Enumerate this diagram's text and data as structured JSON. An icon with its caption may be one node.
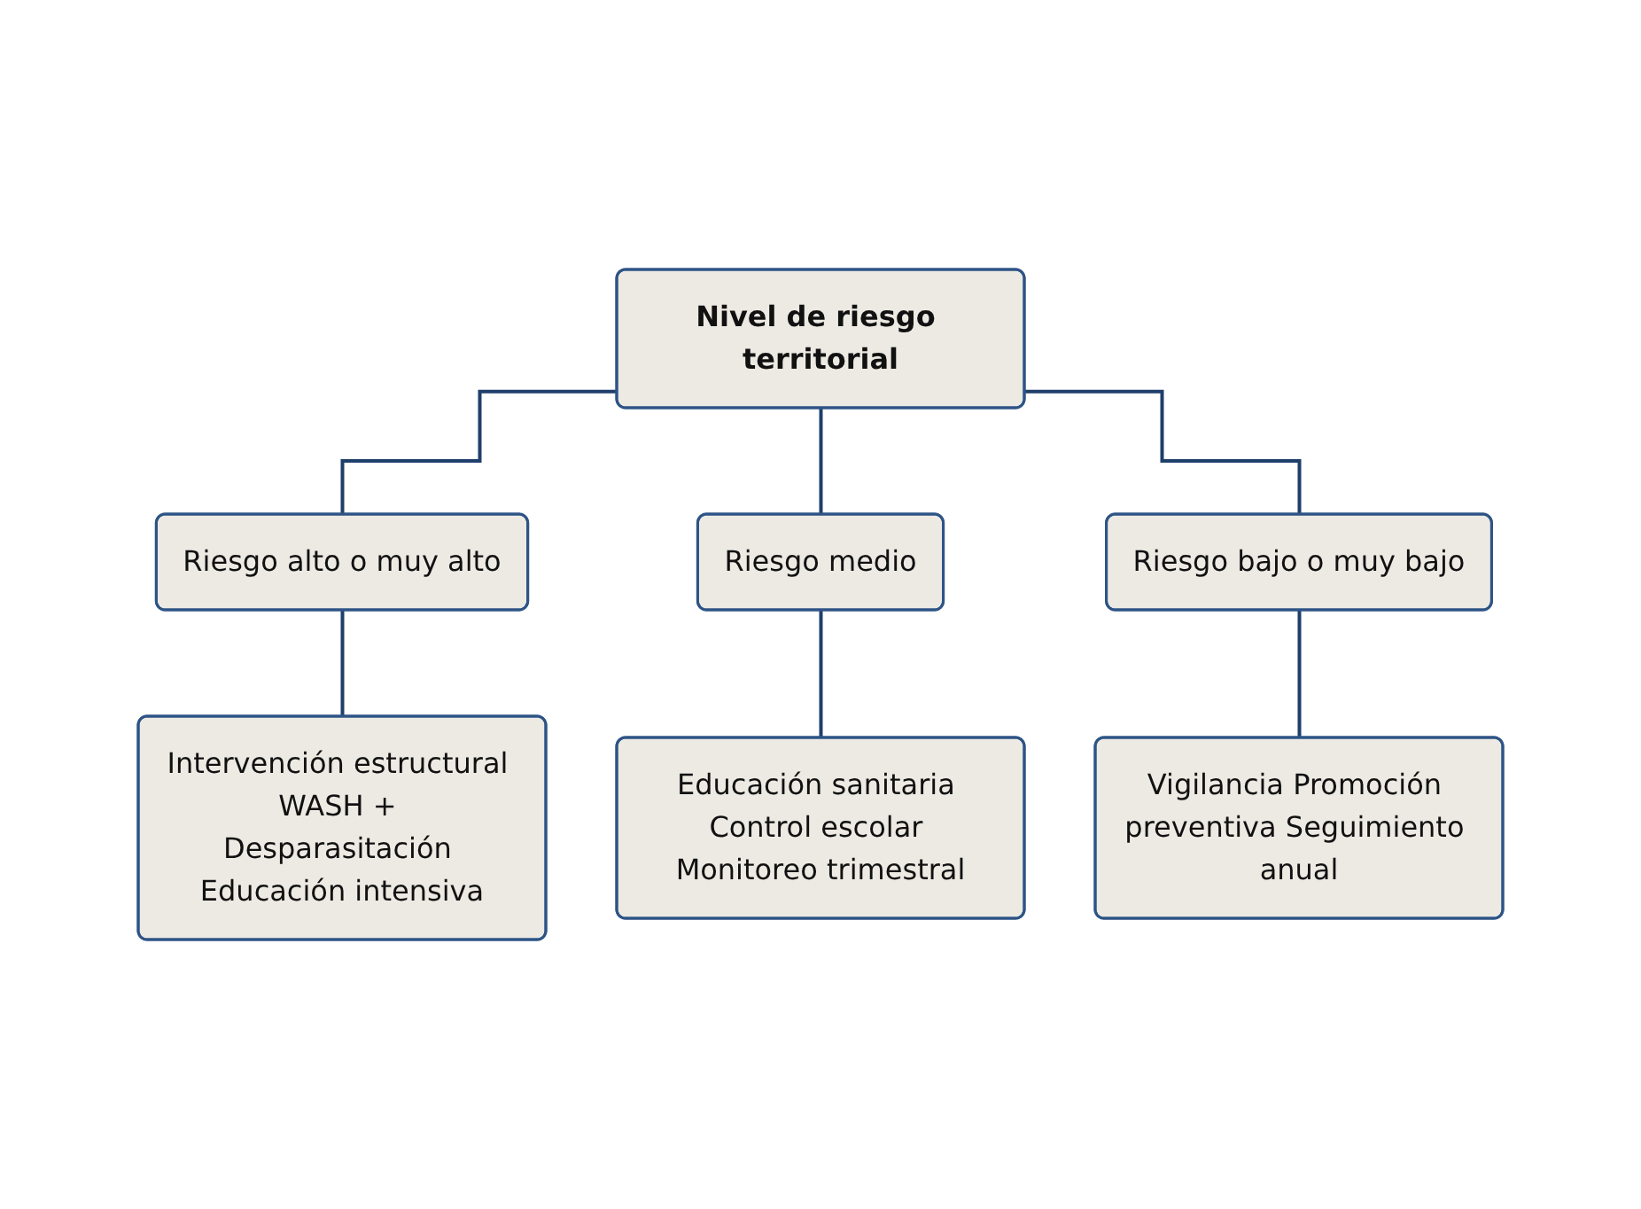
{
  "diagram": {
    "nodes": [
      {
        "text": [
          "Nivel de riesgo territorial"
        ]
      },
      {
        "text": [
          "Riesgo alto o muy alto"
        ]
      },
      {
        "text": [
          "Riesgo medio"
        ]
      },
      {
        "text": [
          "Riesgo bajo o muy bajo"
        ]
      },
      {
        "text": [
          "Intervención estructural WASH + Desparasitación Educación intensiva"
        ]
      },
      {
        "text": [
          "Educación sanitaria Control escolar Monitoreo trimestral"
        ]
      },
      {
        "text": [
          "Vigilancia Promoción preventiva Seguimiento anual"
        ]
      }
    ],
    "edges": [
      {
        "from": 0,
        "to": 1,
        "arrow": "none"
      },
      {
        "from": 0,
        "to": 2,
        "arrow": "none"
      },
      {
        "from": 0,
        "to": 3,
        "arrow": "none"
      },
      {
        "from": 1,
        "to": 4,
        "arrow": "none"
      },
      {
        "from": 2,
        "to": 5,
        "arrow": "none"
      },
      {
        "from": 3,
        "to": 6,
        "arrow": "none"
      }
    ]
  }
}
